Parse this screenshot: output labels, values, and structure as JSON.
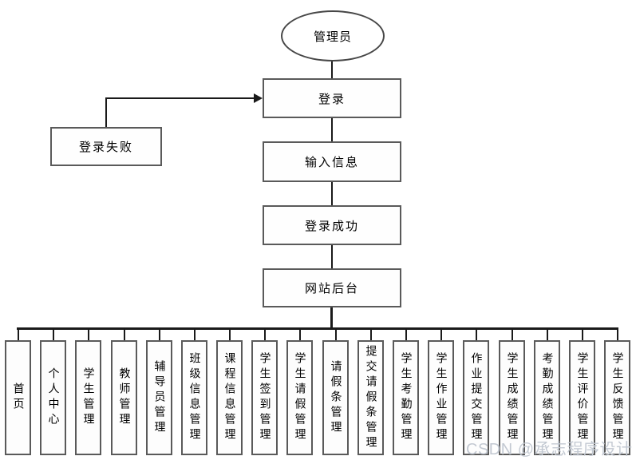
{
  "diagram": {
    "actor": "管理员",
    "flow": {
      "login": "登录",
      "login_fail": "登录失败",
      "input_info": "输入信息",
      "login_success": "登录成功",
      "backend": "网站后台"
    },
    "modules": [
      "首页",
      "个人中心",
      "学生管理",
      "教师管理",
      "辅导员管理",
      "班级信息管理",
      "课程信息管理",
      "学生签到管理",
      "学生请假管理",
      "请假条管理",
      "提交请假条管理",
      "学生考勤管理",
      "学生作业管理",
      "作业提交管理",
      "学生成绩管理",
      "考勤成绩管理",
      "学生评价管理",
      "学生反馈管理"
    ],
    "watermark": "CSDN @承志程序设计",
    "colors": {
      "line": "#1a1a1a",
      "box_border": "#5a5a5a",
      "watermark_text": "#c3c9d2",
      "background": "#ffffff",
      "text": "#000000"
    }
  }
}
